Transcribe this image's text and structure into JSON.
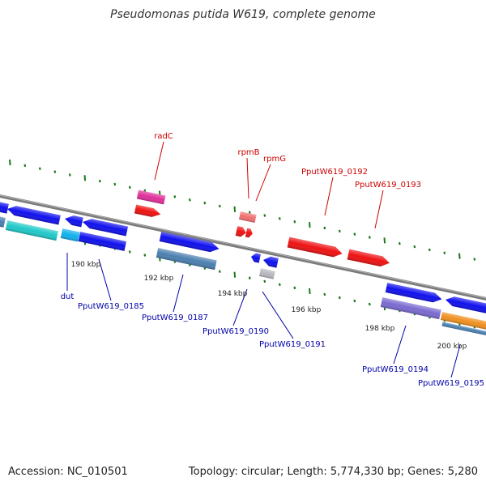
{
  "title": "Pseudomonas putida W619, complete genome",
  "footer": {
    "accession": "Accession: NC_010501",
    "topology": "Topology: circular; Length: 5,774,330 bp; Genes: 5,280"
  },
  "colors": {
    "backbone": "#888888",
    "tick": "#1a7a1a",
    "label_top": "#cc0000",
    "label_bottom": "#0000aa",
    "gene_blue": "#1010ee",
    "gene_cyan": "#20c8c8",
    "gene_steel": "#4a7fb0",
    "gene_red": "#ee1111",
    "gene_pink": "#e0309a",
    "gene_lightred": "#f07070",
    "gene_grey": "#b8b8c0",
    "gene_purple": "#7a6ad0",
    "gene_orange": "#f09020",
    "gene_lightblue": "#10b0ee"
  },
  "scale_labels": [
    "190 kbp",
    "192 kbp",
    "194 kbp",
    "196 kbp",
    "198 kbp",
    "200 kbp"
  ],
  "genes_top": [
    {
      "label": "radC",
      "color": "gene_red"
    },
    {
      "label": "rpmB",
      "color": "gene_red"
    },
    {
      "label": "rpmG",
      "color": "gene_red"
    },
    {
      "label": "PputW619_0192",
      "color": "gene_red"
    },
    {
      "label": "PputW619_0193",
      "color": "gene_red"
    }
  ],
  "genes_bottom": [
    {
      "label": "dut",
      "color": "gene_lightblue"
    },
    {
      "label": "PputW619_0185",
      "color": "gene_blue"
    },
    {
      "label": "PputW619_0187",
      "color": "gene_steel"
    },
    {
      "label": "PputW619_0190",
      "color": "gene_blue"
    },
    {
      "label": "PputW619_0191",
      "color": "gene_grey"
    },
    {
      "label": "PputW619_0194",
      "color": "gene_purple"
    },
    {
      "label": "PputW619_0195",
      "color": "gene_orange"
    }
  ]
}
